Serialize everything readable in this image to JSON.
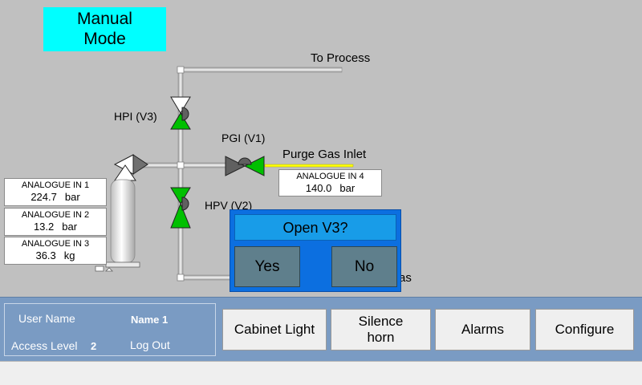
{
  "mode": {
    "line1": "Manual",
    "line2": "Mode",
    "color": "#00ffff"
  },
  "diagram": {
    "to_process": "To Process",
    "purge_gas_inlet": "Purge Gas Inlet",
    "hpi_label": "HPI (V3)",
    "pgi_label": "PGI (V1)",
    "hpv_label": "HPV (V2)",
    "vent_label_fragment": "as",
    "valve_open_color": "#00c000",
    "purge_line_color": "#ffff00"
  },
  "analogue": [
    {
      "title": "ANALOGUE  IN 1",
      "value": "224.7",
      "unit": "bar"
    },
    {
      "title": "ANALOGUE IN 2",
      "value": "13.2",
      "unit": "bar"
    },
    {
      "title": "ANALOGUE IN 3",
      "value": "36.3",
      "unit": "kg"
    },
    {
      "title": "ANALOGUE IN 4",
      "value": "140.0",
      "unit": "bar"
    }
  ],
  "dialog": {
    "title": "Open V3?",
    "yes": "Yes",
    "no": "No"
  },
  "user": {
    "user_name_label": "User Name",
    "user_name": "Name 1",
    "access_level_label": "Access Level",
    "access_level": "2",
    "logout": "Log Out"
  },
  "buttons": {
    "cabinet_light": "Cabinet Light",
    "silence_horn_1": "Silence",
    "silence_horn_2": "horn",
    "alarms": "Alarms",
    "configure": "Configure"
  }
}
